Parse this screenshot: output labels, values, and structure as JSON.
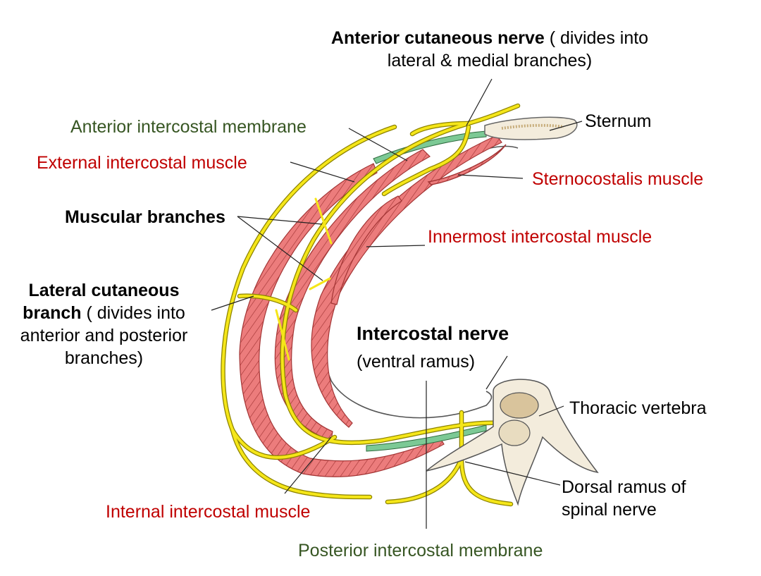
{
  "labels": {
    "anterior_cutaneous_bold": "Anterior cutaneous nerve",
    "anterior_cutaneous_rest": " ( divides into",
    "anterior_cutaneous_line2": "lateral & medial branches)",
    "anterior_intercostal_membrane": "Anterior intercostal membrane",
    "sternum": "Sternum",
    "external_intercostal_muscle": "External intercostal muscle",
    "sternocostalis_muscle": "Sternocostalis muscle",
    "muscular_branches": "Muscular branches",
    "innermost_intercostal_muscle": "Innermost  intercostal muscle",
    "lateral_cutaneous_line1": "Lateral cutaneous",
    "lateral_cutaneous_line2_bold": "branch",
    "lateral_cutaneous_line2_rest": " ( divides into",
    "lateral_cutaneous_line3": "anterior and posterior",
    "lateral_cutaneous_line4": "branches)",
    "intercostal_nerve": "Intercostal nerve",
    "ventral_ramus": "(ventral ramus)",
    "thoracic_vertebra": "Thoracic vertebra",
    "dorsal_ramus_line1": "Dorsal ramus of",
    "dorsal_ramus_line2": "spinal nerve",
    "internal_intercostal_muscle": "Internal  intercostal muscle",
    "posterior_intercostal_membrane": "Posterior intercostal membrane"
  },
  "colors": {
    "nerve": "#f5e619",
    "nerve_outline": "#8c8200",
    "muscle": "#ec7c7c",
    "muscle_hatch": "#a33535",
    "membrane": "#7cc995",
    "bone": "#f3ecdc",
    "marrow": "#d9c49c",
    "red_label": "#c00000",
    "green_label": "#375623"
  }
}
